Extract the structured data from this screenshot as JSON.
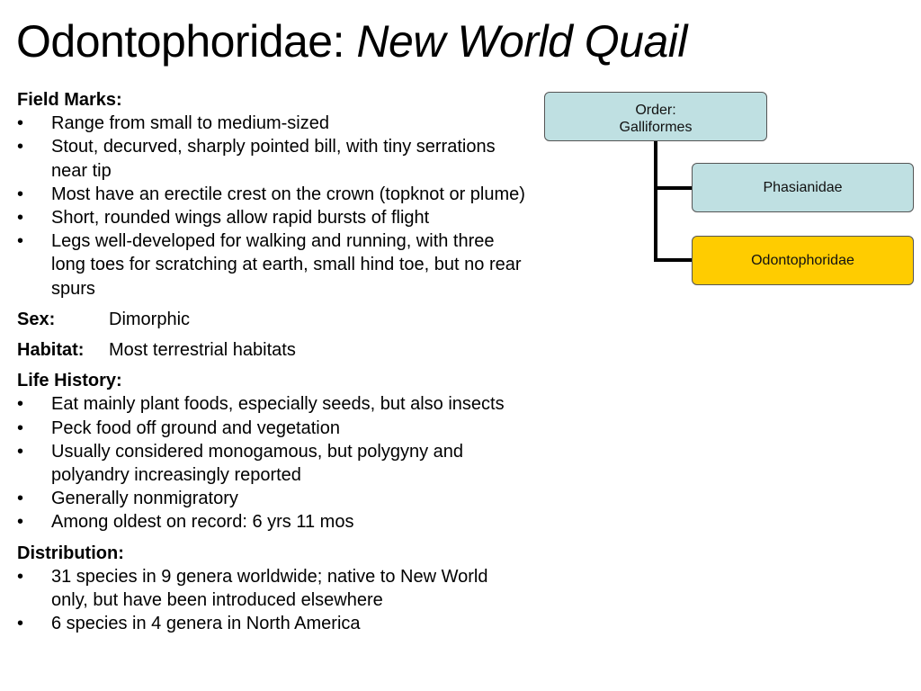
{
  "title": {
    "main": "Odontophoridae: ",
    "italic": "New World Quail"
  },
  "field_marks": {
    "heading": "Field Marks:",
    "items": [
      "Range from small to medium-sized",
      "Stout, decurved, sharply pointed bill, with tiny serrations near tip",
      "Most have an erectile crest on the crown (topknot or plume)",
      "Short, rounded wings allow rapid bursts of flight",
      "Legs well-developed for walking and running, with three long toes for scratching at earth, small hind toe, but no rear spurs"
    ]
  },
  "sex": {
    "label": "Sex:",
    "value": "Dimorphic"
  },
  "habitat": {
    "label": "Habitat:",
    "value": "Most terrestrial habitats"
  },
  "life_history": {
    "heading": "Life History:",
    "items": [
      "Eat mainly plant foods, especially seeds, but also insects",
      "Peck food off ground and vegetation",
      "Usually considered monogamous, but polygyny and polyandry increasingly reported",
      "Generally nonmigratory",
      "Among oldest on record: 6 yrs 11 mos"
    ]
  },
  "distribution": {
    "heading": "Distribution:",
    "items": [
      "31 species in 9 genera worldwide; native to New World only, but have been introduced elsewhere",
      "6 species in 4 genera in North America"
    ]
  },
  "taxonomy": {
    "order_label": "Order:",
    "order_name": "Galliformes",
    "families": [
      "Phasianidae",
      "Odontophoridae"
    ],
    "colors": {
      "order": "#bfe0e2",
      "family": "#bfe0e2",
      "highlight": "#ffcc00"
    }
  },
  "bullet_glyph": "•"
}
